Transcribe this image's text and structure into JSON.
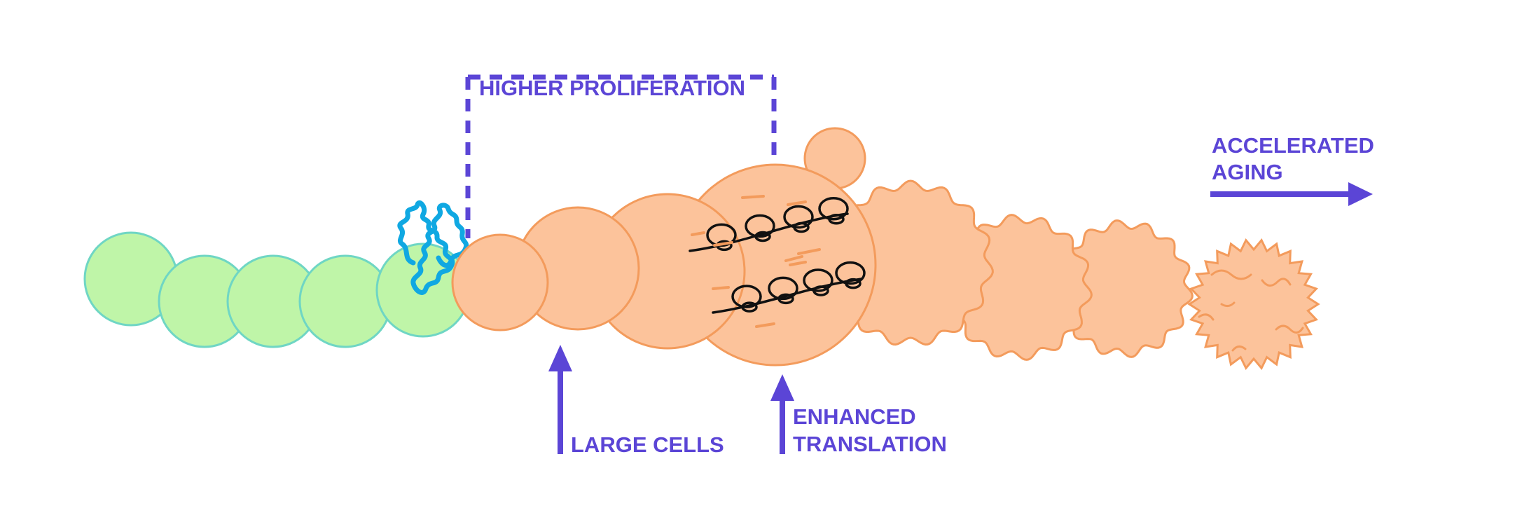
{
  "colors": {
    "accent": "#5b45d6",
    "young_fill": "#bff5a8",
    "young_stroke": "#6fd6c4",
    "dna": "#10a8e2",
    "old_fill": "#fcc39b",
    "old_stroke": "#f39b5c",
    "ribosome": "#111111"
  },
  "labels": {
    "higher_proliferation": "HIGHER PROLIFERATION",
    "large_cells": "LARGE CELLS",
    "enhanced_translation_line1": "ENHANCED",
    "enhanced_translation_line2": "TRANSLATION",
    "accelerated_aging_line1": "ACCELERATED",
    "accelerated_aging_line2": "AGING"
  }
}
